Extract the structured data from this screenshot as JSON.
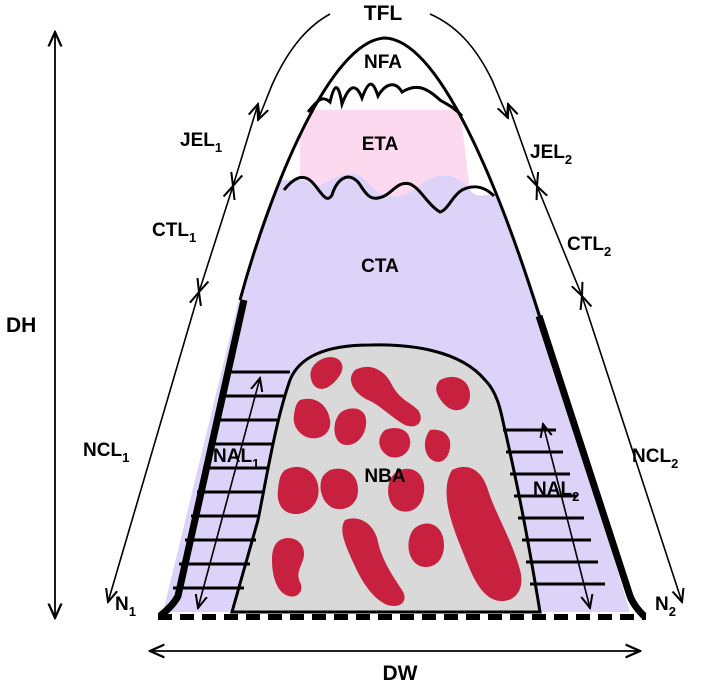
{
  "colors": {
    "nfa": "#ffffff",
    "eta": "#fcd9ee",
    "cta": "#ddd3f8",
    "nba_fill": "#d9d9d9",
    "nba_spots": "#c8213f",
    "outline": "#000000"
  },
  "labels": {
    "tfl": "TFL",
    "nfa": "NFA",
    "eta": "ETA",
    "cta": "CTA",
    "nba": "NBA",
    "dh": "DH",
    "dw": "DW",
    "jel1": {
      "main": "JEL",
      "sub": "1"
    },
    "jel2": {
      "main": "JEL",
      "sub": "2"
    },
    "ctl1": {
      "main": "CTL",
      "sub": "1"
    },
    "ctl2": {
      "main": "CTL",
      "sub": "2"
    },
    "ncl1": {
      "main": "NCL",
      "sub": "1"
    },
    "ncl2": {
      "main": "NCL",
      "sub": "2"
    },
    "nal1": {
      "main": "NAL",
      "sub": "1"
    },
    "nal2": {
      "main": "NAL",
      "sub": "2"
    },
    "n1": {
      "main": "N",
      "sub": "1"
    },
    "n2": {
      "main": "N",
      "sub": "2"
    }
  }
}
